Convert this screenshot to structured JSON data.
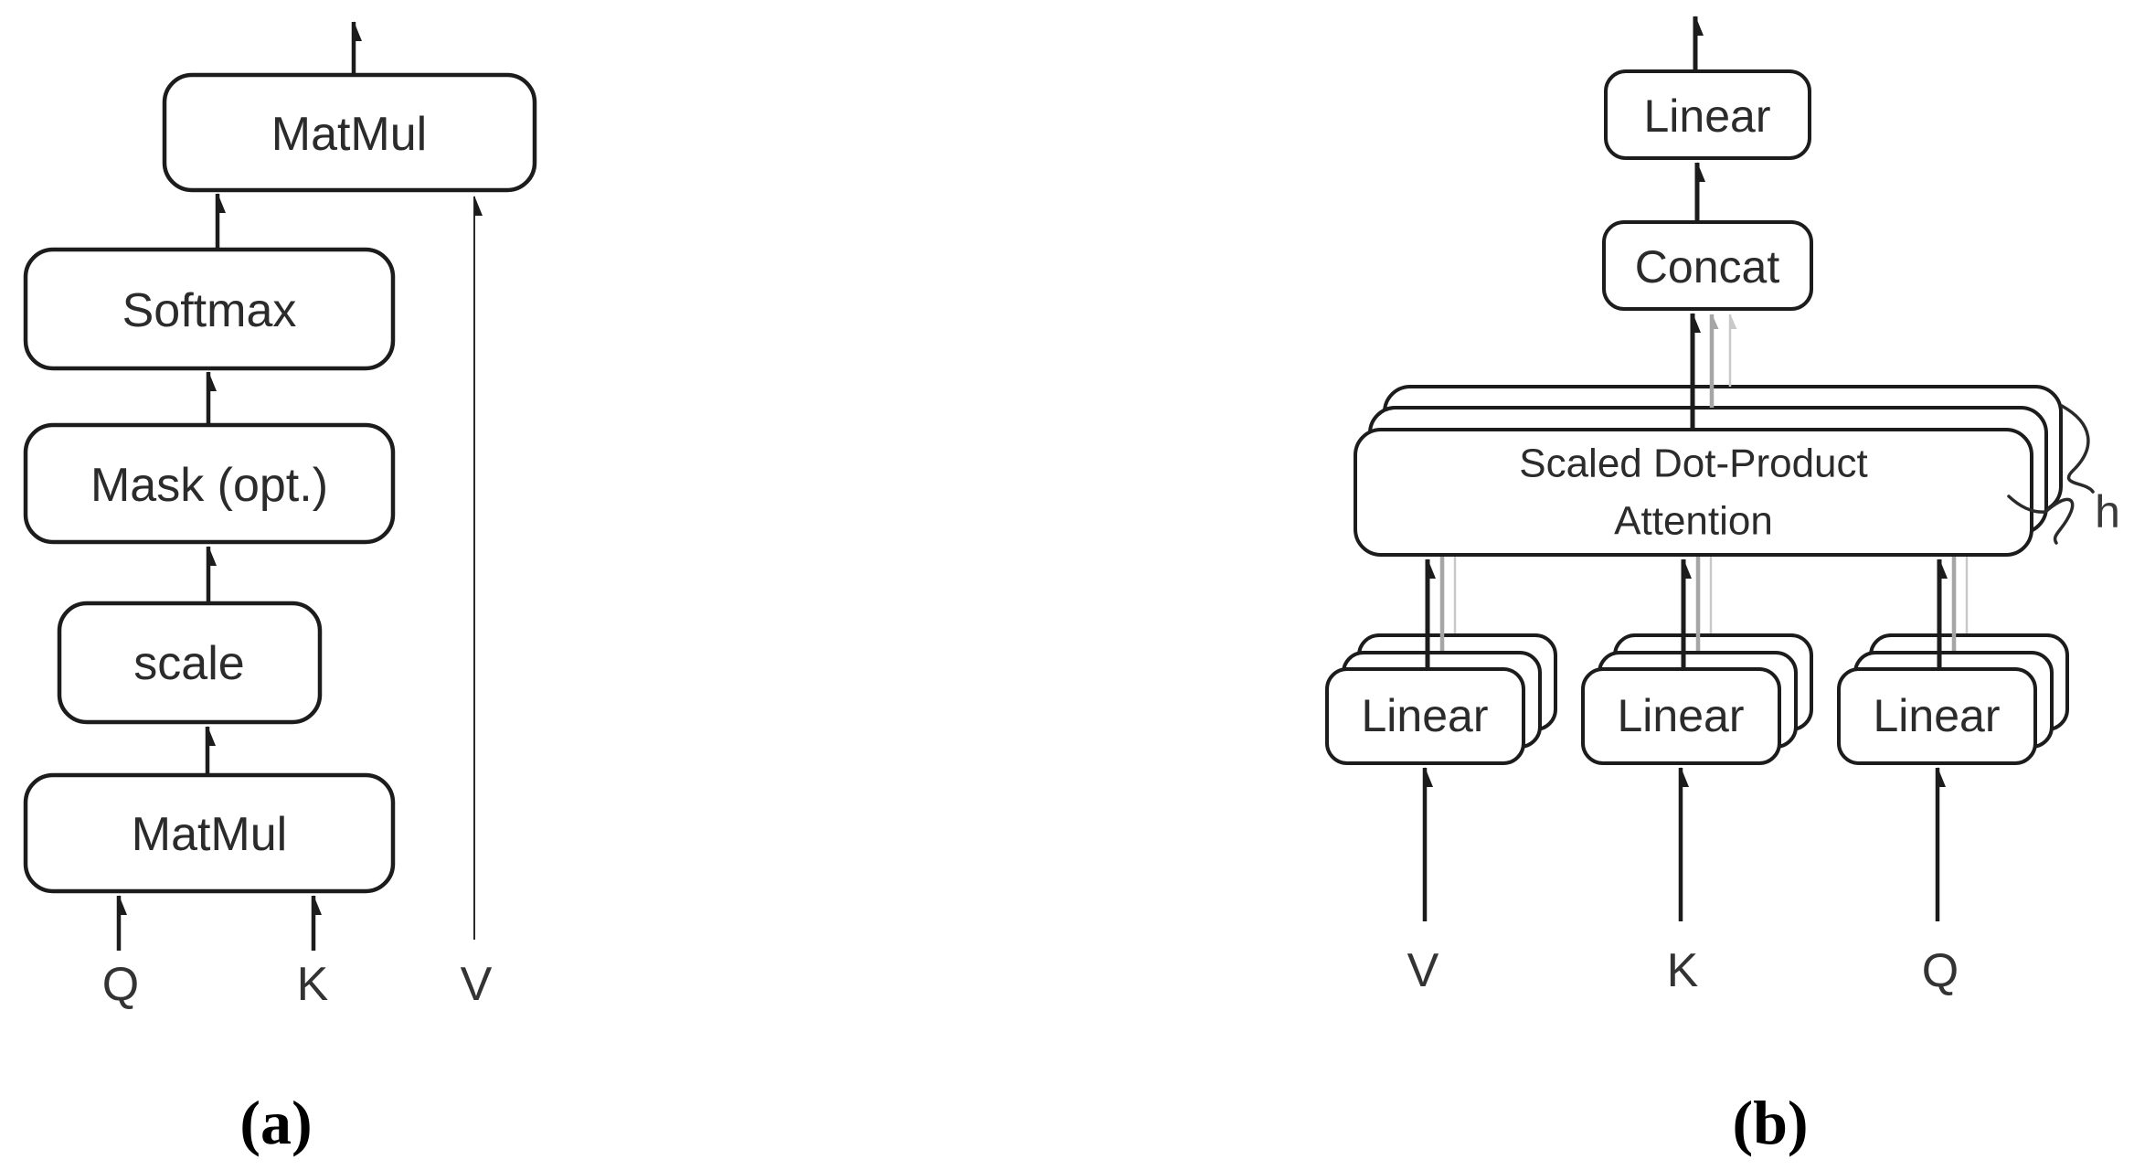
{
  "figure": {
    "panel_a": {
      "caption": "(a)",
      "boxes": {
        "matmul_top": "MatMul",
        "softmax": "Softmax",
        "mask": "Mask (opt.)",
        "scale": "scale",
        "matmul_bottom": "MatMul"
      },
      "inputs": {
        "q": "Q",
        "k": "K",
        "v": "V"
      }
    },
    "panel_b": {
      "caption": "(b)",
      "boxes": {
        "linear_out": "Linear",
        "concat": "Concat",
        "attention_line1": "Scaled Dot-Product",
        "attention_line2": "Attention",
        "linear_v": "Linear",
        "linear_k": "Linear",
        "linear_q": "Linear"
      },
      "head_count_label": "h",
      "inputs": {
        "v": "V",
        "k": "K",
        "q": "Q"
      }
    },
    "colors": {
      "background": "#ffffff",
      "stroke": "#1c1c1c",
      "text": "#2b2b2b",
      "gray_mid": "#a6a6a6",
      "gray_light": "#c9c9c9"
    }
  }
}
